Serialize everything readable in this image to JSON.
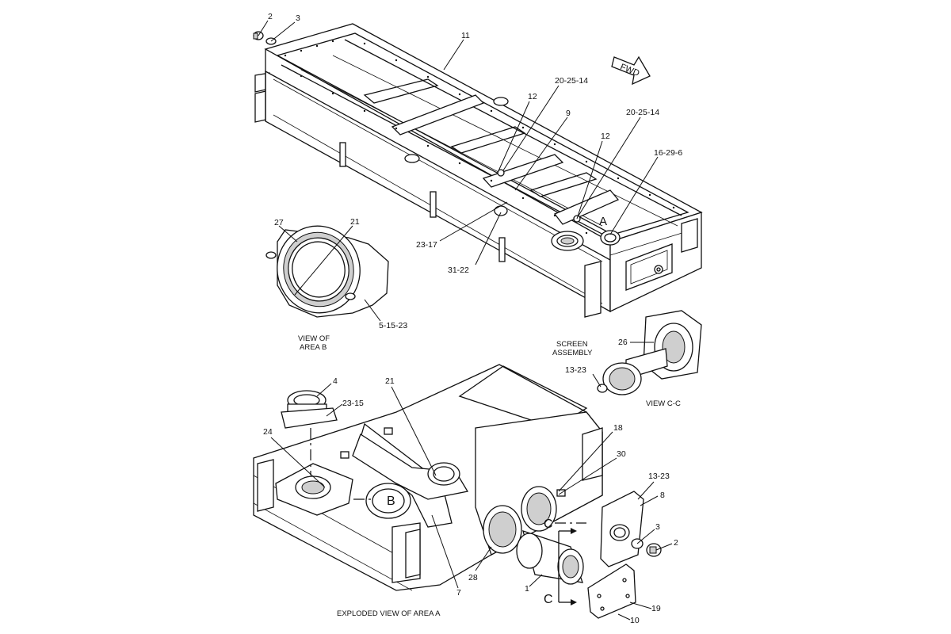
{
  "callouts": {
    "c2_top": "2",
    "c3_top": "3",
    "c11": "11",
    "c20_25_14_a": "20-25-14",
    "c12_a": "12",
    "c9": "9",
    "c20_25_14_b": "20-25-14",
    "c12_b": "12",
    "c16_29_6": "16-29-6",
    "cA": "A",
    "c23_17": "23-17",
    "c31_22": "31-22",
    "c27": "27",
    "c21_top": "21",
    "c5_15_23": "5-15-23",
    "c26": "26",
    "c13_23_a": "13-23",
    "c4": "4",
    "c23_15": "23-15",
    "c21_bot": "21",
    "c24": "24",
    "cB": "B",
    "c18": "18",
    "c30": "30",
    "c13_23_b": "13-23",
    "c8": "8",
    "c3_bot": "3",
    "c2_bot": "2",
    "cC_top": "C",
    "cC_bot": "C",
    "c28": "28",
    "c1": "1",
    "c7": "7",
    "c19": "19",
    "c10": "10"
  },
  "labels": {
    "fwd": "FWD",
    "view_area_b_line1": "VIEW OF",
    "view_area_b_line2": "AREA  B",
    "screen_line1": "SCREEN",
    "screen_line2": "ASSEMBLY",
    "view_cc": "VIEW  C-C",
    "exploded": "EXPLODED VIEW OF AREA  A"
  }
}
